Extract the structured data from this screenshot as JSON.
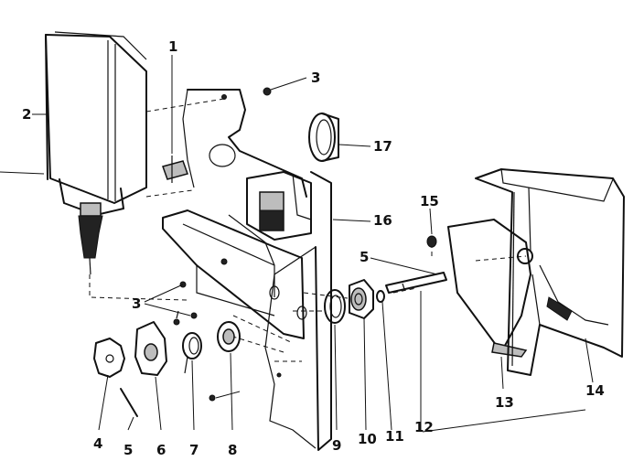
{
  "labels": {
    "p1": "1",
    "p2": "2",
    "p3_top": "3",
    "p3_left": "3",
    "p4": "4",
    "p5_bottom": "5",
    "p5_right": "5",
    "p6": "6",
    "p7": "7",
    "p8": "8",
    "p9": "9",
    "p10": "10",
    "p11": "11",
    "p12": "12",
    "p13": "13",
    "p14": "14",
    "p15": "15",
    "p16": "16",
    "p17": "17"
  }
}
